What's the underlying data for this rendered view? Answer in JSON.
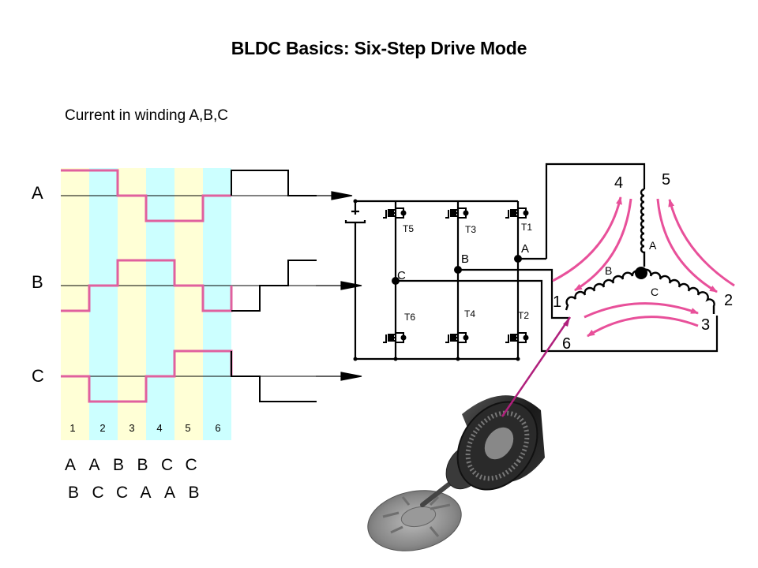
{
  "title": "BLDC Basics: Six-Step Drive Mode",
  "subtitle": "Current in winding A,B,C",
  "colors": {
    "stripe_odd": "#ffffd6",
    "stripe_even": "#ccffff",
    "waveform": "#e0609e",
    "arrow": "#e8509a",
    "pointer": "#b0207c",
    "wire": "#000000"
  },
  "phase_labels": [
    "A",
    "B",
    "C"
  ],
  "step_labels": [
    "1",
    "2",
    "3",
    "4",
    "5",
    "6"
  ],
  "waveforms": {
    "A": [
      1,
      1,
      0,
      -1,
      -1,
      0
    ],
    "B": [
      -1,
      0,
      1,
      1,
      0,
      -1
    ],
    "C": [
      0,
      -1,
      -1,
      0,
      1,
      1
    ]
  },
  "continuation": {
    "A": [
      1,
      1,
      0
    ],
    "B": [
      -1,
      0,
      1
    ],
    "C": [
      0,
      -1,
      -1
    ]
  },
  "sequence_top": [
    "A",
    "A",
    "B",
    "B",
    "C",
    "C"
  ],
  "sequence_bottom": [
    "B",
    "C",
    "C",
    "A",
    "A",
    "B"
  ],
  "inverter": {
    "transistors_top": [
      "T5",
      "T3",
      "T1"
    ],
    "transistors_bottom": [
      "T6",
      "T4",
      "T2"
    ],
    "nodes": [
      "C",
      "B",
      "A"
    ]
  },
  "motor": {
    "winding_labels": [
      "A",
      "B",
      "C"
    ],
    "position_labels": [
      "1",
      "2",
      "3",
      "4",
      "5",
      "6"
    ]
  }
}
